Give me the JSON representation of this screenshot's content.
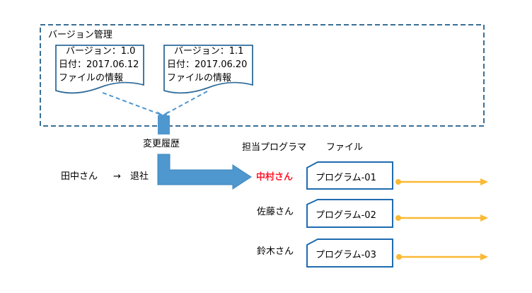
{
  "version_management": {
    "title": "バージョン管理",
    "documents": [
      {
        "version_line": "バージョン：1.0",
        "date_line": "日付：2017.06.12",
        "info_line": "ファイルの情報"
      },
      {
        "version_line": "バージョン：1.1",
        "date_line": "日付：2017.06.20",
        "info_line": "ファイルの情報"
      }
    ]
  },
  "change_history_label": "変更履歴",
  "retirement": {
    "person": "田中さん",
    "arrow": "→",
    "status": "退社"
  },
  "headers": {
    "programmer": "担当プログラマ",
    "file": "ファイル"
  },
  "assignments": [
    {
      "programmer": "中村さん",
      "highlight": true,
      "file": "プログラム-01"
    },
    {
      "programmer": "佐藤さん",
      "highlight": false,
      "file": "プログラム-02"
    },
    {
      "programmer": "鈴木さん",
      "highlight": false,
      "file": "プログラム-03"
    }
  ],
  "colors": {
    "dashed_border": "#3a6f96",
    "doc_border": "#2f6b99",
    "arrow_fill": "#4f97cf",
    "file_border": "#1f6bb0",
    "timeline": "#fbb934",
    "highlight_text": "#ff1a2e"
  }
}
